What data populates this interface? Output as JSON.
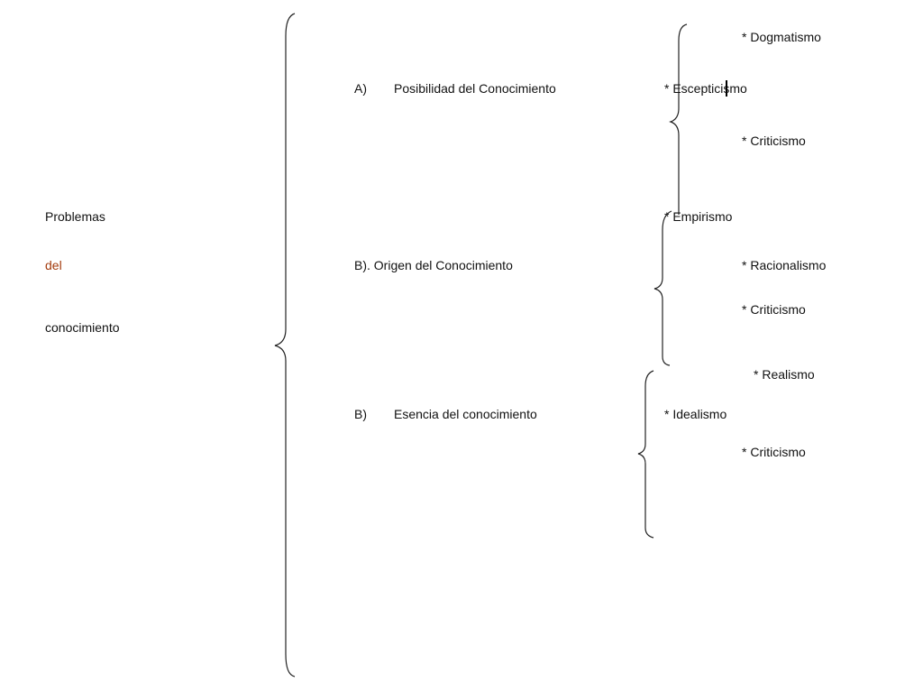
{
  "root": {
    "line1": "Problemas",
    "line2": "del",
    "line3": "conocimiento",
    "accent_color": "#a33a0c"
  },
  "branches": [
    {
      "label_prefix": "A)",
      "label": "Posibilidad del Conocimiento",
      "items": [
        "* Dogmatismo",
        "* Escepticismo",
        "* Criticismo"
      ]
    },
    {
      "label_full": "B). Origen del Conocimiento",
      "items": [
        "* Empirismo",
        "* Racionalismo",
        "* Criticismo"
      ]
    },
    {
      "label_prefix": "B)",
      "label": "Esencia del conocimiento",
      "items": [
        "* Realismo",
        "* Idealismo",
        "* Criticismo"
      ]
    }
  ]
}
